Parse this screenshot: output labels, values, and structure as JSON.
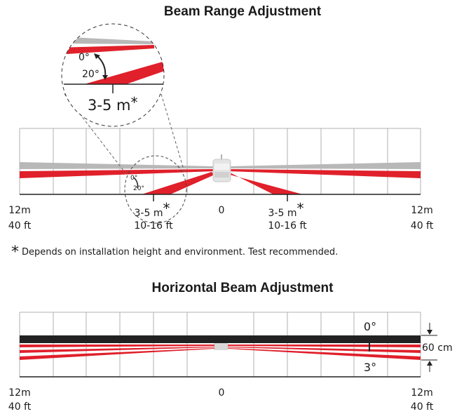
{
  "section1": {
    "title": "Beam Range Adjustment",
    "zoom": {
      "angle_top": "0°",
      "angle_bottom": "20°",
      "range": "3-5 m",
      "asterisk": "*"
    },
    "inset": {
      "angle_top": "0°",
      "angle_bottom": "20°"
    },
    "labels": {
      "left_m": "12m",
      "left_ft": "40 ft",
      "mid_left_m": "3-5 m",
      "mid_left_ft": "10-16  ft",
      "center": "0",
      "mid_right_m": "3-5 m",
      "mid_right_ft": "10-16  ft",
      "right_m": "12m",
      "right_ft": "40 ft",
      "asterisk": "*"
    }
  },
  "note": {
    "asterisk": "*",
    "text": "Depends on installation height and environment. Test recommended."
  },
  "section2": {
    "title": "Horizontal Beam Adjustment",
    "angle_top": "0°",
    "angle_bottom": "3°",
    "height": "60 cm",
    "labels": {
      "left_m": "12m",
      "left_ft": "40 ft",
      "center": "0",
      "right_m": "12m",
      "right_ft": "40 ft"
    }
  },
  "colors": {
    "red_beam": "#e0202b",
    "gray_beam": "#b8b8b8",
    "black_bar": "#222222",
    "grid": "#b0b0b0"
  }
}
